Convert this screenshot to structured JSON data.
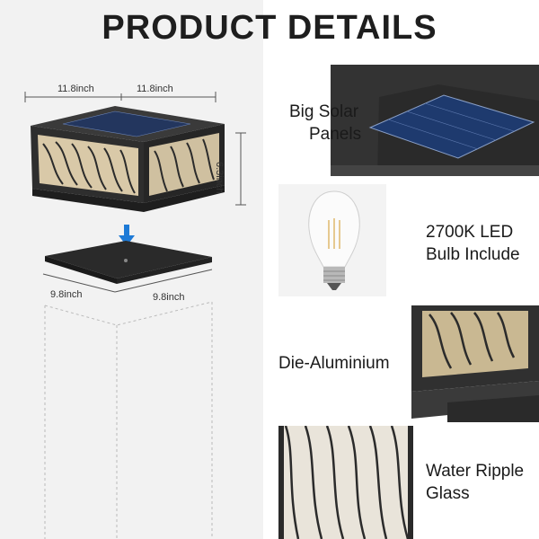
{
  "title": "PRODUCT DETAILS",
  "dimensions": {
    "top_width_left": "11.8inch",
    "top_width_right": "11.8inch",
    "height": "6.3inch",
    "base_left": "9.8inch",
    "base_right": "9.8inch"
  },
  "features": [
    {
      "line1": "Big Solar",
      "line2": "Panels"
    },
    {
      "line1": "2700K LED",
      "line2": "Bulb Include"
    },
    {
      "line1": "Die-Aluminium",
      "line2": ""
    },
    {
      "line1": "Water Ripple",
      "line2": "Glass"
    }
  ],
  "colors": {
    "frame": "#2b2b2b",
    "accent_arrow": "#1e7ad6",
    "solar": "#1f3f7a"
  }
}
